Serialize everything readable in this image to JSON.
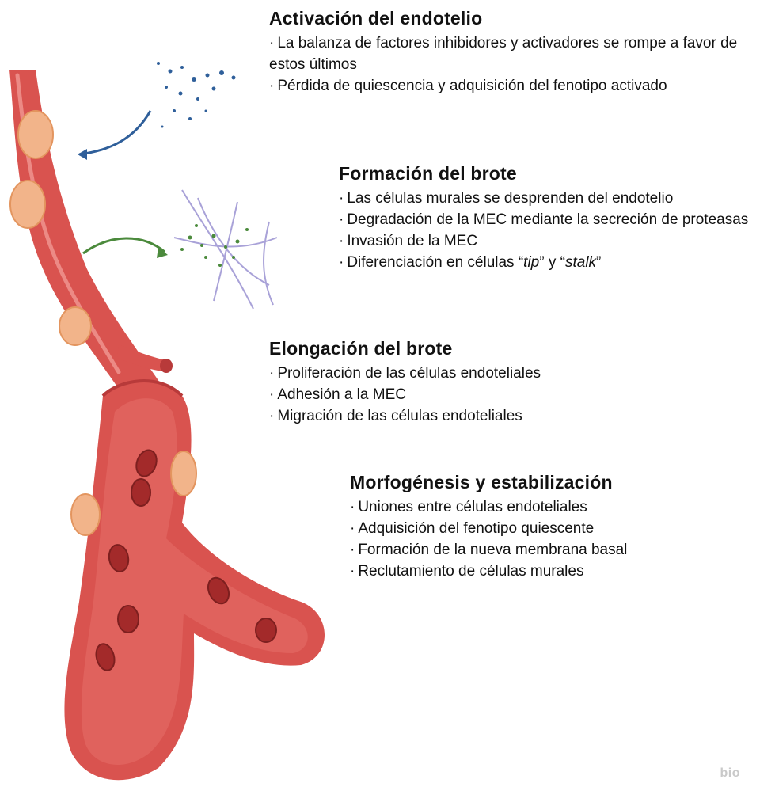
{
  "sections": [
    {
      "title": "Activación del endotelio",
      "items": [
        "La balanza de factores inhibidores y activadores se rompe a favor de estos últimos",
        "Pérdida de quiescencia y adquisición del fenotipo activado"
      ]
    },
    {
      "title": "Formación del brote",
      "items": [
        "Las células murales se desprenden del endotelio",
        "Degradación de la MEC mediante la secreción de proteasas",
        "Invasión de la MEC"
      ],
      "diff_item": {
        "prefix": "Diferenciación en células “",
        "tip": "tip",
        "middle": "” y “",
        "stalk": "stalk",
        "suffix": "”"
      }
    },
    {
      "title": "Elongación del brote",
      "items": [
        "Proliferación de las células endoteliales",
        "Adhesión a la MEC",
        "Migración de las células endoteliales"
      ]
    },
    {
      "title": "Morfogénesis y estabilización",
      "items": [
        "Uniones entre células endoteliales",
        "Adquisición del fenotipo quiescente",
        "Formación de la nueva membrana basal",
        "Reclutamiento de células murales"
      ]
    }
  ],
  "bullet": "·",
  "watermark": "bio",
  "colors": {
    "vessel": "#d9534f",
    "vessel_dark": "#b83a3a",
    "vessel_light": "#ec8a85",
    "pericyte": "#f2b48a",
    "blue_arrow": "#2f5f9a",
    "green_arrow": "#4b8a3c"
  }
}
